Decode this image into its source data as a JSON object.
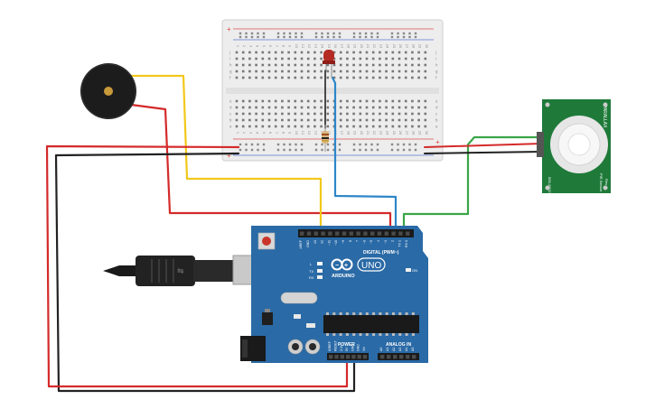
{
  "arduino": {
    "brand": "ARDUINO",
    "model": "UNO",
    "digital_header": "DIGITAL (PWM~)",
    "power_header": "POWER",
    "analog_header": "ANALOG IN",
    "on_label": "ON",
    "l_label": "L",
    "tx_label": "TX",
    "rx_label": "RX",
    "top_pins": [
      "AREF",
      "GND",
      "13",
      "12",
      "~11",
      "~10",
      "~9",
      "8",
      "7",
      "~6",
      "~5",
      "4",
      "~3",
      "2",
      "TX 1",
      "RX 0"
    ],
    "power_pins": [
      "IOREF",
      "RESET",
      "3.3V",
      "5V",
      "GND",
      "GND",
      "Vin"
    ],
    "analog_pins": [
      "A0",
      "A1",
      "A2",
      "A3",
      "A4",
      "A5"
    ]
  },
  "breadboard": {
    "column_numbers": [
      "1",
      "2",
      "3",
      "4",
      "5",
      "6",
      "7",
      "8",
      "9",
      "10",
      "11",
      "12",
      "13",
      "14",
      "15",
      "16",
      "17",
      "18",
      "19",
      "20",
      "21",
      "22",
      "23",
      "24",
      "25",
      "26",
      "27",
      "28",
      "29",
      "30"
    ],
    "row_letters_top": [
      "j",
      "i",
      "h",
      "g",
      "f"
    ],
    "row_letters_bottom": [
      "e",
      "d",
      "c",
      "b",
      "a"
    ]
  },
  "pir_sensor": {
    "brand": "PARALLAX",
    "model_text": "555-28027",
    "sensor_text": "PIR Sensor",
    "rev_text": "Rev A"
  },
  "colors": {
    "wire_red": "#d42a2a",
    "wire_black": "#222222",
    "wire_yellow": "#f2c81a",
    "wire_blue": "#2e86c8",
    "wire_green": "#3aa648",
    "board_blue": "#2a6aa6",
    "pir_green": "#1f7a3a",
    "led_red": "#b52a22",
    "breadboard": "#eeeeee"
  }
}
